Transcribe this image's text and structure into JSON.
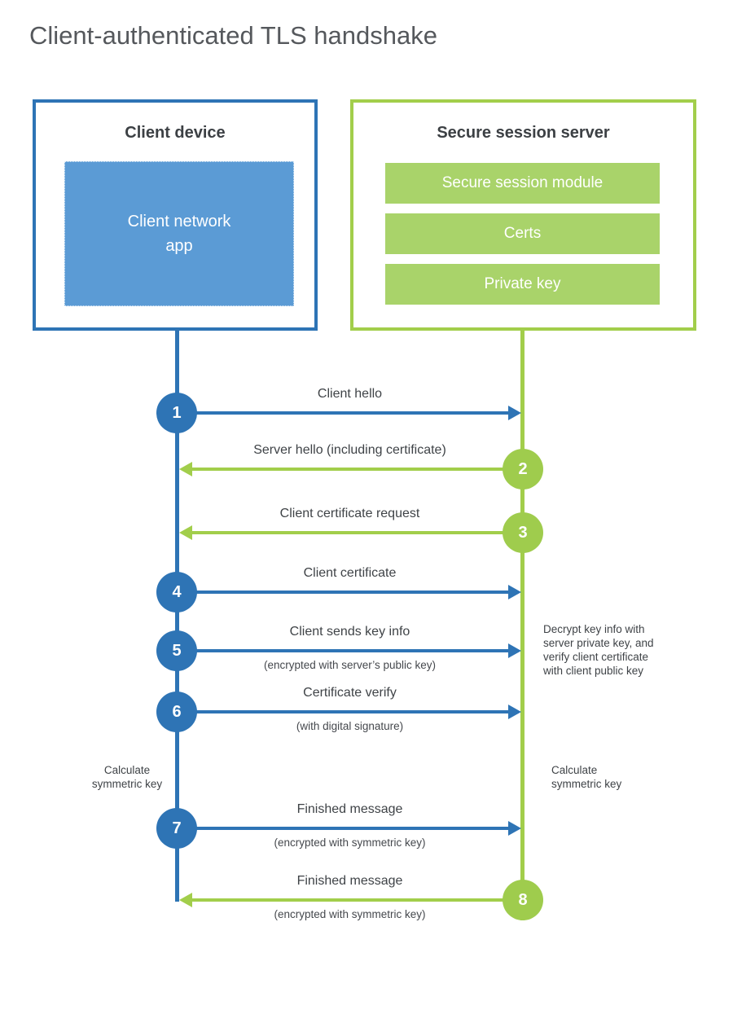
{
  "title": "Client-authenticated TLS handshake",
  "colors": {
    "blue_line": "#2e74b5",
    "blue_fill": "#5b9bd5",
    "green_line": "#a2ce4b",
    "green_fill": "#a9d36a",
    "text_dark": "#3f4347"
  },
  "client": {
    "heading": "Client device",
    "app_lines": [
      "Client network",
      "app"
    ]
  },
  "server": {
    "heading": "Secure session server",
    "modules": [
      "Secure session module",
      "Certs",
      "Private key"
    ]
  },
  "steps": [
    {
      "num": "1",
      "label": "Client hello",
      "sub": "",
      "direction": "right",
      "color": "blue"
    },
    {
      "num": "2",
      "label": "Server hello (including certificate)",
      "sub": "",
      "direction": "left",
      "color": "green"
    },
    {
      "num": "3",
      "label": "Client certificate request",
      "sub": "",
      "direction": "left",
      "color": "green"
    },
    {
      "num": "4",
      "label": "Client certificate",
      "sub": "",
      "direction": "right",
      "color": "blue"
    },
    {
      "num": "5",
      "label": "Client sends key info",
      "sub": "(encrypted with server’s public key)",
      "direction": "right",
      "color": "blue"
    },
    {
      "num": "6",
      "label": "Certificate verify",
      "sub": "(with digital signature)",
      "direction": "right",
      "color": "blue"
    },
    {
      "num": "7",
      "label": "Finished message",
      "sub": "(encrypted with symmetric key)",
      "direction": "right",
      "color": "blue"
    },
    {
      "num": "8",
      "label": "Finished message",
      "sub": "(encrypted with symmetric key)",
      "direction": "left",
      "color": "green"
    }
  ],
  "notes": {
    "decrypt": [
      "Decrypt key info with",
      "server private key, and",
      "verify client certificate",
      "with client public key"
    ],
    "calc_left": [
      "Calculate",
      "symmetric key"
    ],
    "calc_right": [
      "Calculate",
      "symmetric key"
    ]
  }
}
